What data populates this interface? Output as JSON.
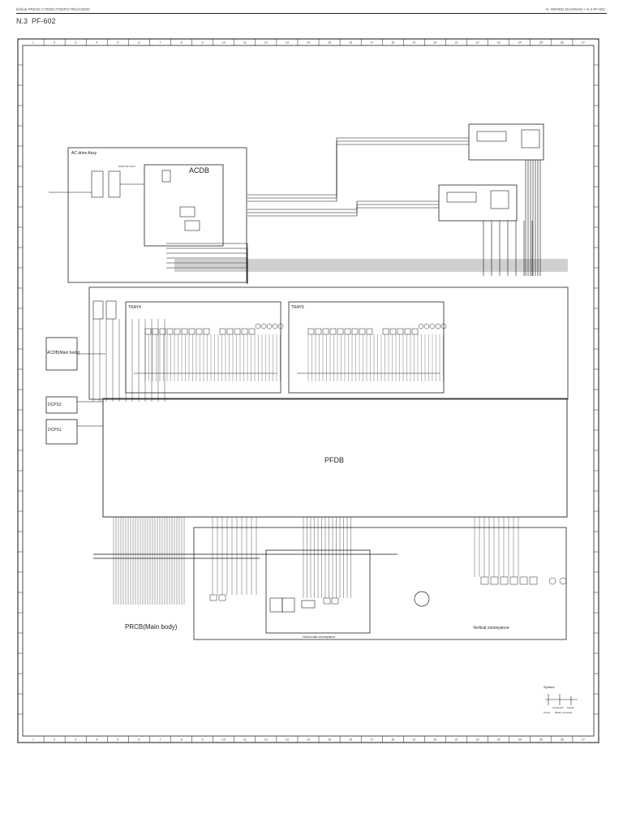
{
  "header": {
    "left": "bizhub PRESS C7000/C7000P/C70hc/C6000",
    "right": "N. WIRING DIAGRAM > N.3 PF-602"
  },
  "section": {
    "number": "N.3",
    "title": "PF-602"
  },
  "frame": {
    "columns": [
      "1",
      "2",
      "3",
      "4",
      "5",
      "6",
      "7",
      "8",
      "9",
      "10",
      "11",
      "12",
      "13",
      "14",
      "15",
      "16",
      "17",
      "18",
      "19",
      "20",
      "21",
      "22",
      "23",
      "24",
      "25",
      "26",
      "27"
    ]
  },
  "blocks": {
    "ac_drive_assy": "AC drive Assy",
    "acdb": "ACDB",
    "europe_only": "EUROPE ONLY",
    "acdb_main": "ACDB(Main body)",
    "dcps2": "DCPS2",
    "dcps1": "DCPS1",
    "tray4": "TRAY4",
    "tray5": "TRAY5",
    "pfdb": "PFDB",
    "prcb_main": "PRCB(Main body)",
    "horizontal_conveyance": "Horizontal conveyance",
    "vertical_conveyance": "Vertical conveyance"
  },
  "legend": {
    "title": "Symbol",
    "items": [
      "Connector",
      "Crimp",
      "Faston",
      "Relay connector"
    ]
  }
}
